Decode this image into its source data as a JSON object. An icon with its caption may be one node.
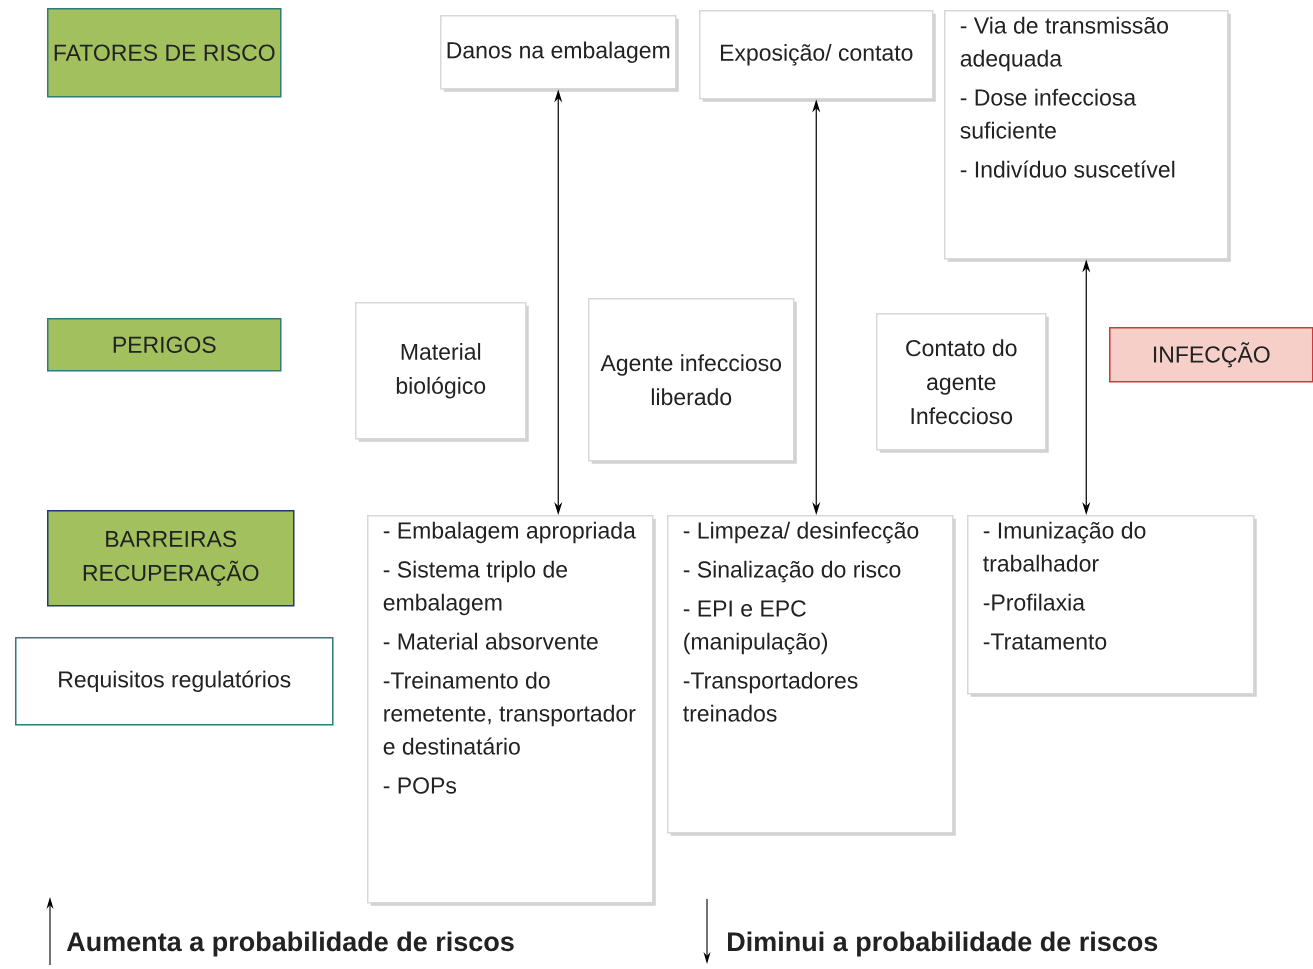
{
  "diagram": {
    "nodes": [
      {
        "text": [
          "FATORES DE RISCO"
        ]
      },
      {
        "text": [
          "Danos na embalagem"
        ]
      },
      {
        "text": [
          "Exposição/ contato"
        ]
      },
      {
        "text": [
          "- Via de transmissão adequada",
          "- Dose infecciosa suficiente",
          "- Indivíduo suscetível"
        ]
      },
      {
        "text": [
          "PERIGOS"
        ]
      },
      {
        "text": [
          "Material biológico"
        ]
      },
      {
        "text": [
          "Agente infeccioso liberado"
        ]
      },
      {
        "text": [
          "Contato do agente Infeccioso"
        ]
      },
      {
        "text": [
          "INFECÇÃO"
        ]
      },
      {
        "text": [
          "BARREIRAS RECUPERAÇÃO"
        ]
      },
      {
        "text": [
          "Requisitos regulatórios"
        ]
      },
      {
        "text": [
          "- Embalagem apropriada",
          "- Sistema triplo de embalagem",
          "- Material absorvente",
          "-Treinamento do remetente, transportador e destinatário",
          "- POPs"
        ]
      },
      {
        "text": [
          "- Limpeza/ desinfecção",
          "- Sinalização do risco",
          "- EPI e EPC (manipulação)",
          "-Transportadores treinados"
        ]
      },
      {
        "text": [
          "- Imunização do trabalhador",
          "-Profilaxia",
          "-Tratamento"
        ]
      }
    ],
    "edges": [
      {
        "from": 11,
        "to": 1,
        "arrow": "both"
      },
      {
        "from": 12,
        "to": 2,
        "arrow": "both"
      },
      {
        "from": 13,
        "to": 3,
        "arrow": "both"
      }
    ],
    "labels": [
      "Aumenta a probabilidade de riscos",
      "Diminui a probabilidade de riscos"
    ]
  }
}
